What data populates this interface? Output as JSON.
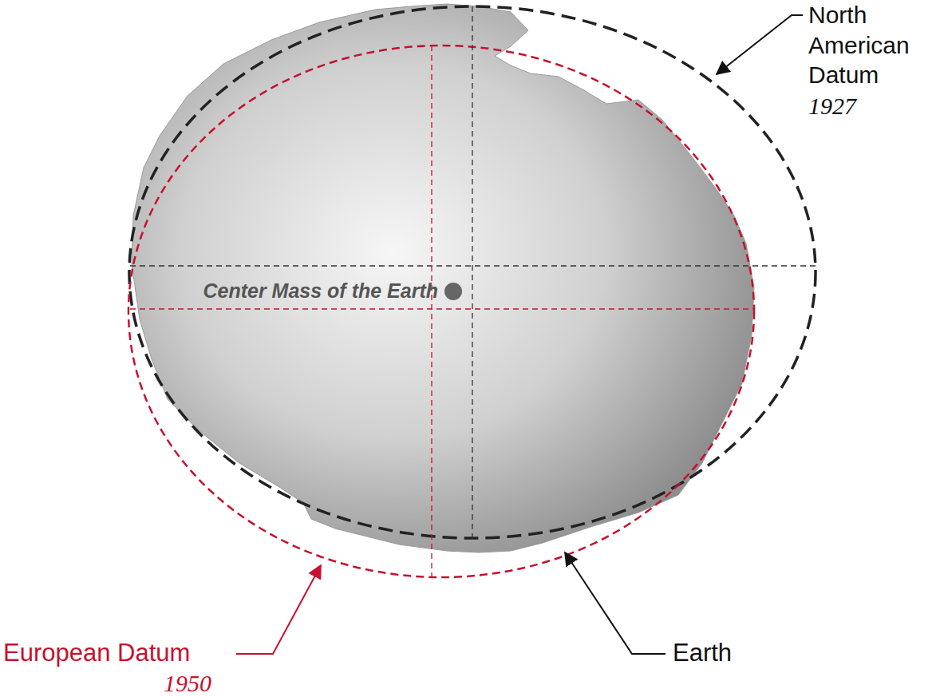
{
  "diagram": {
    "labels": [
      "North American Datum",
      "1927",
      "Center Mass of the Earth",
      "European Datum",
      "1950",
      "Earth"
    ]
  }
}
